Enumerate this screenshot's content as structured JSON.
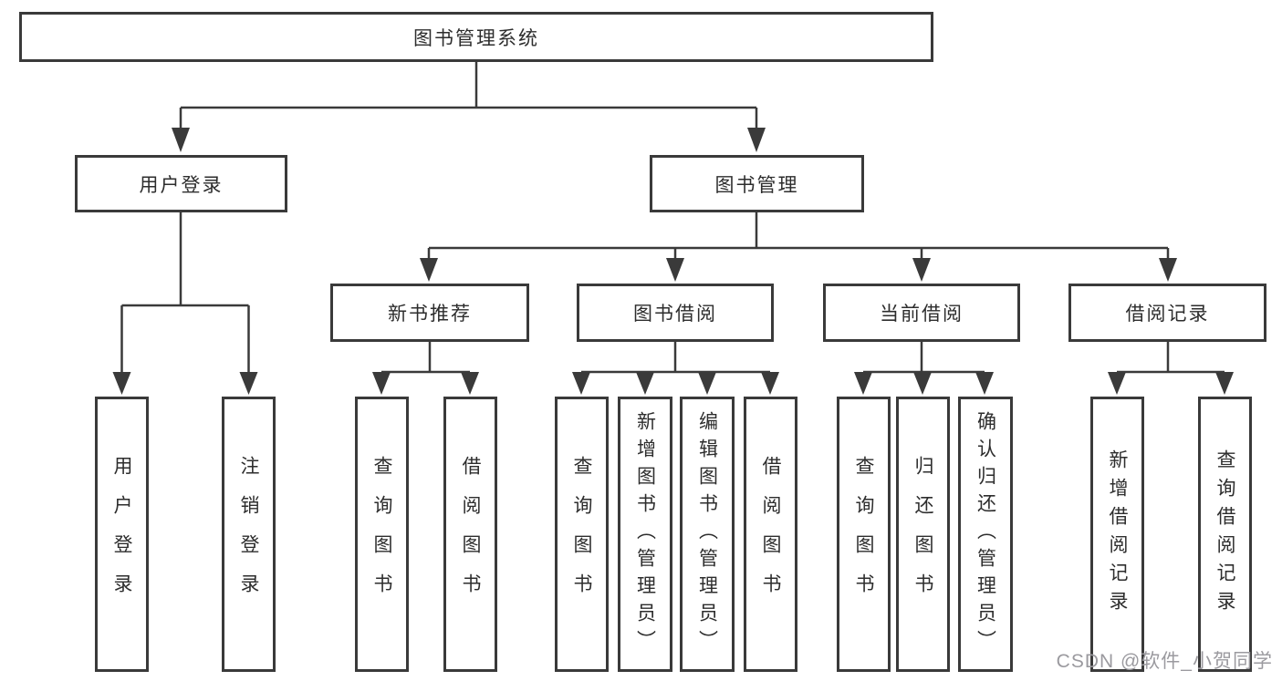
{
  "tree": {
    "label": "图书管理系统",
    "children": [
      {
        "label": "用户登录",
        "children": [
          {
            "label": "用户登录"
          },
          {
            "label": "注销登录"
          }
        ]
      },
      {
        "label": "图书管理",
        "children": [
          {
            "label": "新书推荐",
            "children": [
              {
                "label": "查询图书"
              },
              {
                "label": "借阅图书"
              }
            ]
          },
          {
            "label": "图书借阅",
            "children": [
              {
                "label": "查询图书"
              },
              {
                "label": "新增图书（管理员）"
              },
              {
                "label": "编辑图书（管理员）"
              },
              {
                "label": "借阅图书"
              }
            ]
          },
          {
            "label": "当前借阅",
            "children": [
              {
                "label": "查询图书"
              },
              {
                "label": "归还图书"
              },
              {
                "label": "确认归还（管理员）"
              }
            ]
          },
          {
            "label": "借阅记录",
            "children": [
              {
                "label": "新增借阅记录"
              },
              {
                "label": "查询借阅记录"
              }
            ]
          }
        ]
      }
    ]
  },
  "colors": {
    "line": "#3a3a3a",
    "text": "#2d2d2d",
    "watermark_text": "#9b9a9f"
  },
  "watermark": {
    "text": "CSDN @软件_小贺同学"
  }
}
